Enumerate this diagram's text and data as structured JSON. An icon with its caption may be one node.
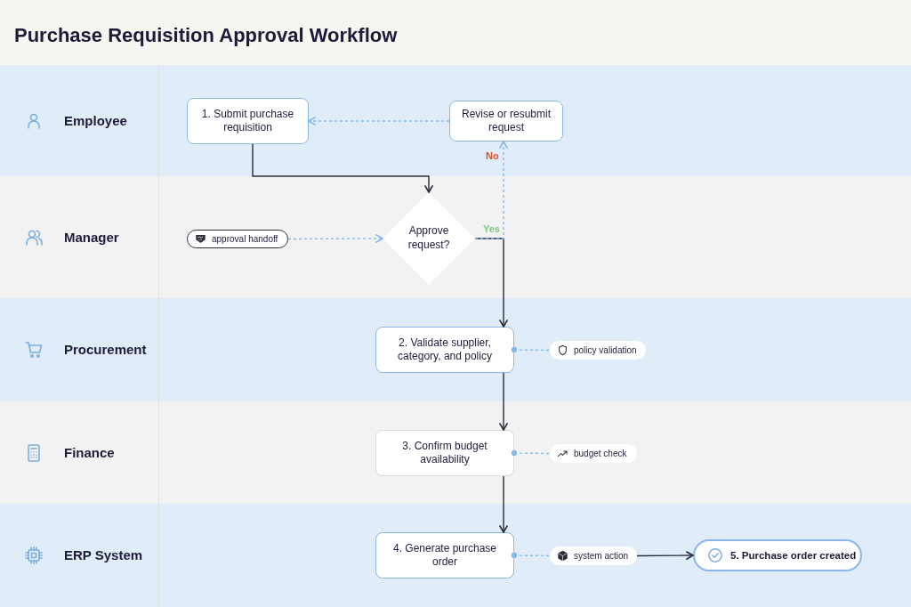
{
  "diagram": {
    "title": "Purchase Requisition Approval Workflow",
    "nodes": [
      {
        "text": [
          "Employee"
        ]
      },
      {
        "text": [
          "Manager"
        ]
      },
      {
        "text": [
          "Procurement"
        ]
      },
      {
        "text": [
          "Finance"
        ]
      },
      {
        "text": [
          "ERP System"
        ]
      },
      {
        "text": [
          "1. Submit purchase requisition"
        ],
        "in": 0
      },
      {
        "text": [
          "Revise or resubmit request"
        ],
        "in": 0
      },
      {
        "text": [
          "approval handoff"
        ],
        "in": 1
      },
      {
        "text": [
          "Approve request?"
        ],
        "in": 1
      },
      {
        "text": [
          "2. Validate supplier, category, and policy"
        ],
        "in": 2
      },
      {
        "text": [
          "policy validation"
        ],
        "in": 2
      },
      {
        "text": [
          "3. Confirm budget availability"
        ],
        "in": 3
      },
      {
        "text": [
          "budget check"
        ],
        "in": 3
      },
      {
        "text": [
          "4. Generate purchase order"
        ],
        "in": 4
      },
      {
        "text": [
          "system action"
        ],
        "in": 4
      },
      {
        "text": [
          "5. Purchase order created"
        ],
        "in": 4
      }
    ],
    "edges": [
      {
        "from": 5,
        "to": 8,
        "arrow": "to",
        "color": "#2b2b3a"
      },
      {
        "from": 8,
        "to": 9,
        "arrow": "to",
        "label": "Yes",
        "color": "#2b2b3a"
      },
      {
        "from": 8,
        "to": 6,
        "arrow": "to",
        "label": "No",
        "style": "dashed"
      },
      {
        "from": 6,
        "to": 5,
        "arrow": "to",
        "style": "dashed"
      },
      {
        "from": 7,
        "to": 8,
        "arrow": "to",
        "style": "dashed"
      },
      {
        "from": 9,
        "to": 11,
        "arrow": "to",
        "color": "#2b2b3a"
      },
      {
        "from": 11,
        "to": 13,
        "arrow": "to",
        "color": "#2b2b3a"
      },
      {
        "from": 9,
        "to": 10,
        "arrow": "other",
        "style": "dashed"
      },
      {
        "from": 11,
        "to": 12,
        "arrow": "other",
        "style": "dashed"
      },
      {
        "from": 13,
        "to": 14,
        "arrow": "other",
        "style": "dashed"
      },
      {
        "from": 14,
        "to": 15,
        "arrow": "to",
        "color": "#2b2b3a"
      }
    ]
  }
}
